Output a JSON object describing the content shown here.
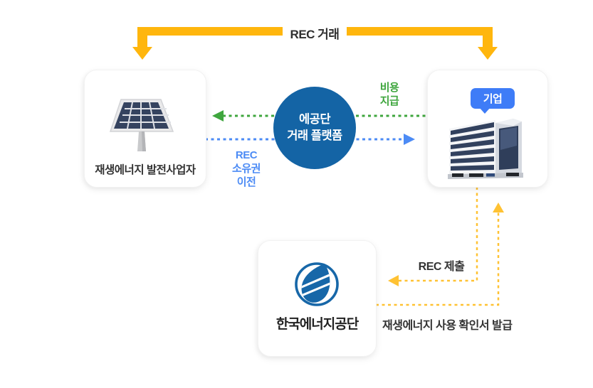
{
  "diagram": {
    "nodes": {
      "producer": {
        "label": "재생에너지 발전사업자",
        "icon": "solar-panel-icon"
      },
      "platform": {
        "lines": [
          "에공단",
          "거래 플랫폼"
        ]
      },
      "company": {
        "badge": "기업",
        "icon": "office-building-icon"
      },
      "agency": {
        "label": "한국에너지공단",
        "icon": "energy-agency-logo"
      }
    },
    "flows": {
      "rec_trade": {
        "label": "REC 거래"
      },
      "cost_payment": {
        "lines": [
          "비용",
          "지급"
        ]
      },
      "rec_ownership": {
        "lines": [
          "REC",
          "소유권",
          "이전"
        ]
      },
      "rec_submit": {
        "label": "REC 제출"
      },
      "certificate_issue": {
        "label": "재생에너지 사용 확인서 발급"
      }
    },
    "colors": {
      "arrow-yellow": "#FFB60D",
      "dash-yellow": "#FFC233",
      "green": "#3FA63E",
      "line-blue": "#4C8BF5",
      "circle-blue": "#1464A5",
      "badge-blue": "#3E7CF7",
      "logo-blue": "#1767A8",
      "text-dark": "#333333"
    }
  }
}
